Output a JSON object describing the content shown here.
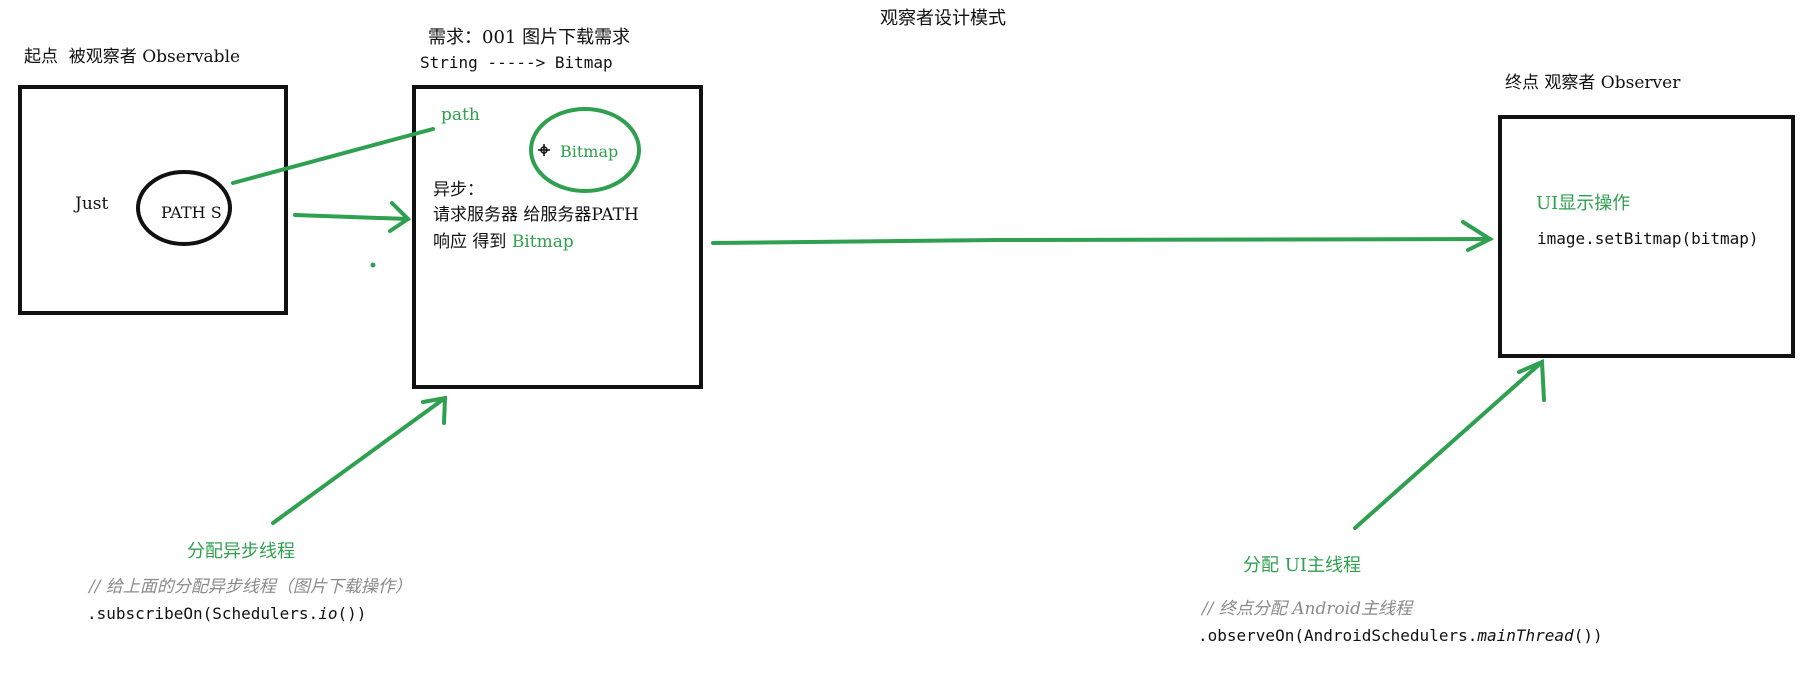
{
  "title": "观察者设计模式",
  "colors": {
    "stroke": "#111111",
    "accent_green": "#2ea04f",
    "comment_gray": "#8a8a8a",
    "background": "#ffffff"
  },
  "observable": {
    "heading": "起点  被观察者 Observable",
    "just_label": "Just",
    "path_label": "PATH S"
  },
  "requirement": {
    "heading_line1": "需求：001 图片下载需求",
    "heading_line2": "String -----> Bitmap",
    "path_label": "path",
    "bitmap_circle_label": "Bitmap",
    "async_label": "异步：",
    "request_line": "请求服务器 给服务器PATH",
    "response_prefix": "响应 得到 ",
    "response_bitmap": "Bitmap"
  },
  "observer": {
    "heading": "终点 观察者 Observer",
    "ui_label": "UI显示操作",
    "code": "image.setBitmap(bitmap)"
  },
  "subscribe_note": {
    "label": "分配异步线程",
    "comment": "// 给上面的分配异步线程（图片下载操作）",
    "code_prefix": ".subscribeOn(Schedulers.",
    "code_italic": "io",
    "code_suffix": "())"
  },
  "observe_note": {
    "label": "分配 UI主线程",
    "comment": "// 终点分配 Android主线程",
    "code_prefix": ".observeOn(AndroidSchedulers.",
    "code_italic": "mainThread",
    "code_suffix": "())"
  }
}
